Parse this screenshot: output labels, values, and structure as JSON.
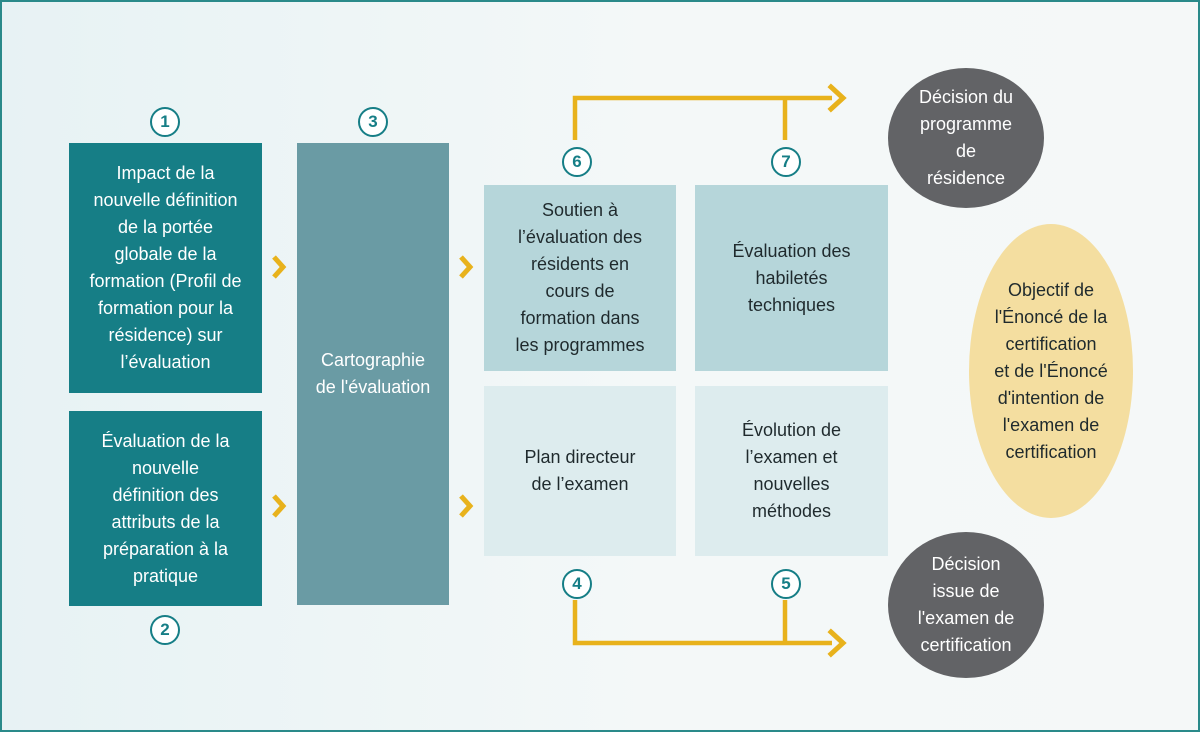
{
  "numbers": {
    "n1": "1",
    "n2": "2",
    "n3": "3",
    "n4": "4",
    "n5": "5",
    "n6": "6",
    "n7": "7"
  },
  "box1": {
    "lines": [
      "Impact de la",
      "nouvelle définition",
      "de la portée",
      "globale de la",
      "formation (Profil de",
      "formation pour la",
      "résidence) sur",
      "l’évaluation"
    ]
  },
  "box2": {
    "lines": [
      "Évaluation de la",
      "nouvelle",
      "définition des",
      "attributs de la",
      "préparation à la",
      "pratique"
    ]
  },
  "box3": {
    "lines": [
      "Cartographie",
      "de l'évaluation"
    ]
  },
  "box6": {
    "lines": [
      "Soutien à",
      "l’évaluation des",
      "résidents en",
      "cours de",
      "formation dans",
      "les programmes"
    ]
  },
  "box7": {
    "lines": [
      "Évaluation des",
      "habiletés",
      "techniques"
    ]
  },
  "box4": {
    "lines": [
      "Plan directeur",
      "de l’examen"
    ]
  },
  "box5": {
    "lines": [
      "Évolution de",
      "l’examen et",
      "nouvelles",
      "méthodes"
    ]
  },
  "decision_top": {
    "lines": [
      "Décision du",
      "programme",
      "de",
      "résidence"
    ]
  },
  "decision_bottom": {
    "lines": [
      "Décision",
      "issue de",
      "l'examen de",
      "certification"
    ]
  },
  "objective": {
    "lines": [
      "Objectif de",
      "l'Énoncé de la",
      "certification",
      "et de l'Énoncé",
      "d'intention de",
      "l'examen de",
      "certification"
    ]
  },
  "colors": {
    "teal": "#167e86",
    "slate": "#6a9ba4",
    "light": "#b6d6da",
    "pale": "#ddecee",
    "gray": "#626366",
    "yellow": "#f4dea0",
    "arrow": "#e8b21c"
  }
}
